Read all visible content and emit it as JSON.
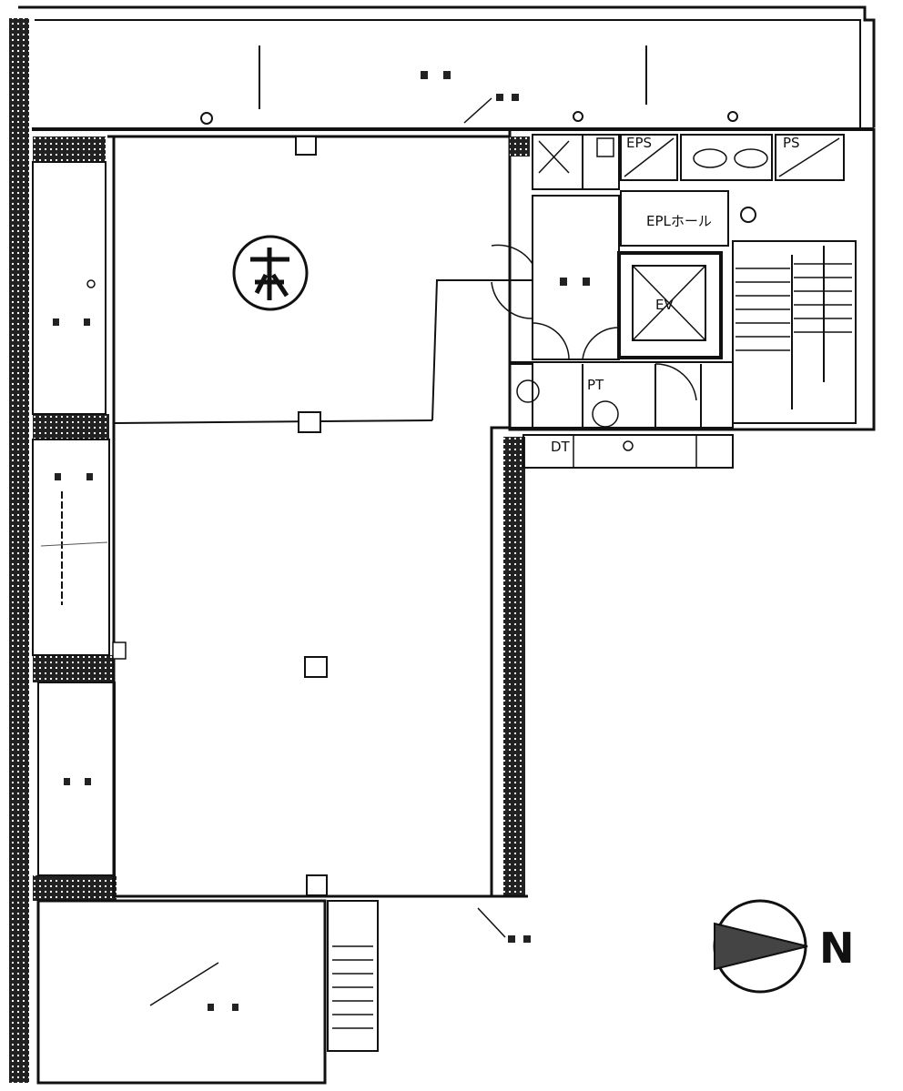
{
  "title": "",
  "rooms": {
    "eplmh": "EPLホール",
    "eps": "EPS",
    "ps": "PS",
    "ev": "EV",
    "pt": "PT",
    "dt": "DT"
  },
  "compass": {
    "north_label": "N"
  },
  "colors": {
    "line": "#111111",
    "paper": "#ffffff",
    "hatch": "#2a2a2a"
  }
}
